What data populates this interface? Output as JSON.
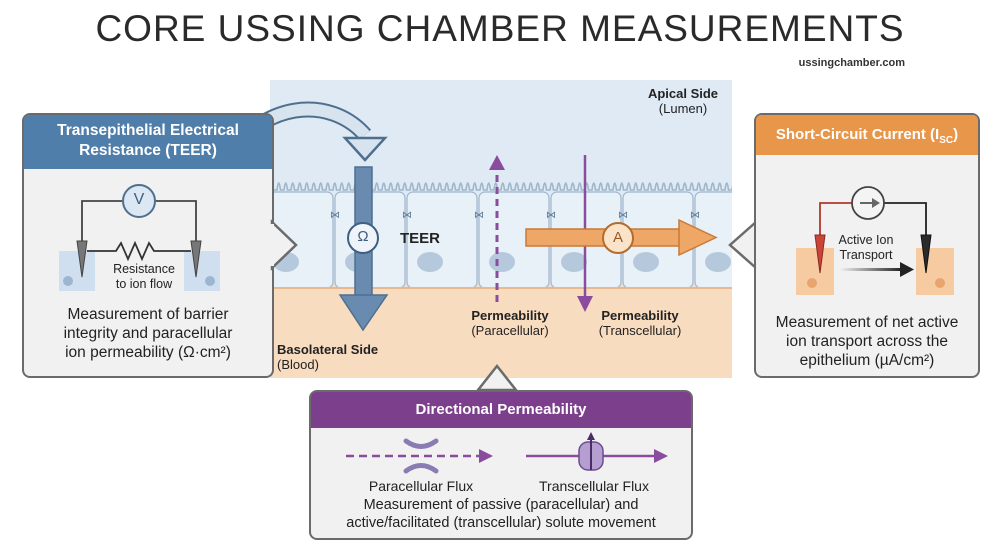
{
  "header": {
    "title": "CORE USSING CHAMBER MEASUREMENTS",
    "site": "ussingchamber.com"
  },
  "colors": {
    "teer_blue": "#4f7eaa",
    "isc_orange": "#e8964a",
    "perm_purple": "#7c3f8c",
    "apical_bg": "#dde9f3",
    "basolateral_bg": "#f8dcc0"
  },
  "teer_panel": {
    "title_line1": "Transepithelial Electrical",
    "title_line2": "Resistance (TEER)",
    "meter_symbol": "V",
    "resistor_label_line1": "Resistance",
    "resistor_label_line2": "to ion flow",
    "desc_line1": "Measurement of barrier",
    "desc_line2": "integrity and paracellular",
    "desc_line3": "ion permeability (Ω·cm²)"
  },
  "isc_panel": {
    "title": "Short-Circuit Current (I",
    "title_sub": "SC",
    "title_end": ")",
    "transport_line1": "Active Ion",
    "transport_line2": "Transport",
    "desc_line1": "Measurement of net active",
    "desc_line2": "ion transport across the",
    "desc_line3": "epithelium (µA/cm²)"
  },
  "center": {
    "apical_title": "Apical Side",
    "apical_sub": "(Lumen)",
    "basolateral_title": "Basolateral Side",
    "basolateral_sub": "(Blood)",
    "teer_label": "TEER",
    "ohm_symbol": "Ω",
    "ammeter_symbol": "A",
    "para_title": "Permeability",
    "para_sub": "(Paracellular)",
    "trans_title": "Permeability",
    "trans_sub": "(Transcellular)"
  },
  "perm_panel": {
    "title": "Directional Permeability",
    "para_flux": "Paracellular Flux",
    "trans_flux": "Transcellular Flux",
    "desc_line1": "Measurement of passive (paracellular) and",
    "desc_line2": "active/facilitated (transcellular) solute movement"
  }
}
